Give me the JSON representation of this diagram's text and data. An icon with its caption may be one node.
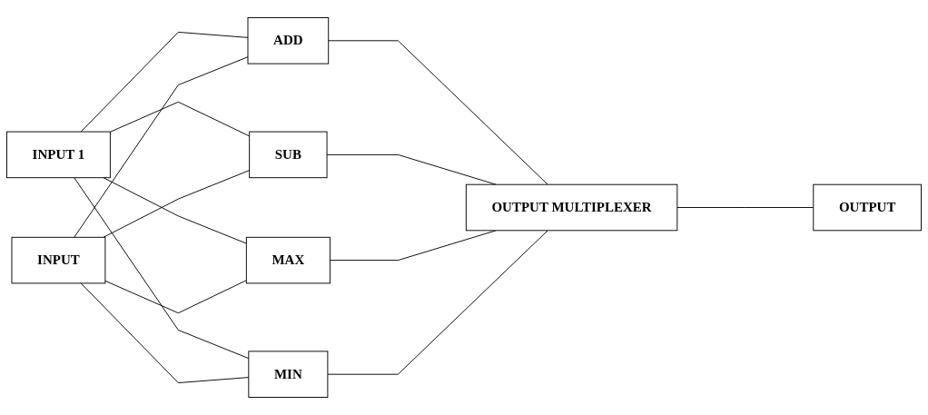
{
  "diagram": {
    "nodes": [
      {
        "text": [
          "INPUT 1"
        ]
      },
      {
        "text": [
          "INPUT"
        ]
      },
      {
        "text": [
          "ADD"
        ]
      },
      {
        "text": [
          "SUB"
        ]
      },
      {
        "text": [
          "MAX"
        ]
      },
      {
        "text": [
          "MIN"
        ]
      },
      {
        "text": [
          "OUTPUT MULTIPLEXER"
        ]
      },
      {
        "text": [
          "OUTPUT"
        ]
      }
    ],
    "edges": [
      {
        "from": 0,
        "to": 2,
        "arrow": "none"
      },
      {
        "from": 1,
        "to": 2,
        "arrow": "none"
      },
      {
        "from": 0,
        "to": 3,
        "arrow": "none"
      },
      {
        "from": 1,
        "to": 3,
        "arrow": "none"
      },
      {
        "from": 0,
        "to": 4,
        "arrow": "none"
      },
      {
        "from": 1,
        "to": 4,
        "arrow": "none"
      },
      {
        "from": 0,
        "to": 5,
        "arrow": "none"
      },
      {
        "from": 1,
        "to": 5,
        "arrow": "none"
      },
      {
        "from": 2,
        "to": 6,
        "arrow": "none"
      },
      {
        "from": 3,
        "to": 6,
        "arrow": "none"
      },
      {
        "from": 4,
        "to": 6,
        "arrow": "none"
      },
      {
        "from": 5,
        "to": 6,
        "arrow": "none"
      },
      {
        "from": 6,
        "to": 7,
        "arrow": "none"
      }
    ]
  }
}
